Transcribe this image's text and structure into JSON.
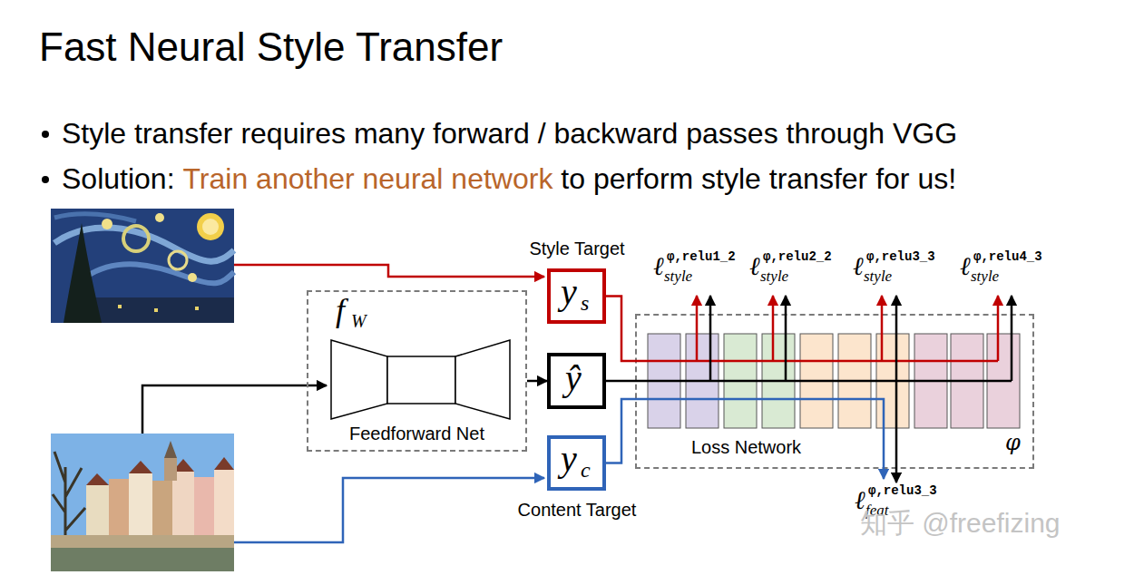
{
  "diagram": {
    "title": "Fast Neural Style Transfer",
    "nodes": [
      {
        "text": [
          "f",
          "W",
          "Feedforward Net"
        ]
      },
      {
        "text": [
          "Style Target",
          "y",
          "s"
        ]
      },
      {
        "text": [
          "ŷ"
        ]
      },
      {
        "text": [
          "y",
          "c",
          "Content Target"
        ]
      },
      {
        "text": [
          "Loss Network",
          "φ"
        ]
      }
    ],
    "edges": [
      {
        "from": 0,
        "to": 2,
        "arrow": "to"
      },
      {
        "from": 1,
        "to": 4,
        "arrow": "none"
      },
      {
        "from": 2,
        "to": 4,
        "arrow": "none"
      },
      {
        "from": 3,
        "to": 4,
        "arrow": "none"
      }
    ],
    "labels": [
      "Style transfer requires many forward / backward passes through VGG",
      "Solution:",
      "Train another neural network",
      "to perform style transfer for us!",
      "ℓ",
      "φ,relu1_2",
      "style",
      "ℓ",
      "φ,relu2_2",
      "style",
      "ℓ",
      "φ,relu3_3",
      "style",
      "ℓ",
      "φ,relu4_3",
      "style",
      "ℓ",
      "φ,relu3_3",
      "feat",
      "知乎 @freefizing"
    ]
  }
}
